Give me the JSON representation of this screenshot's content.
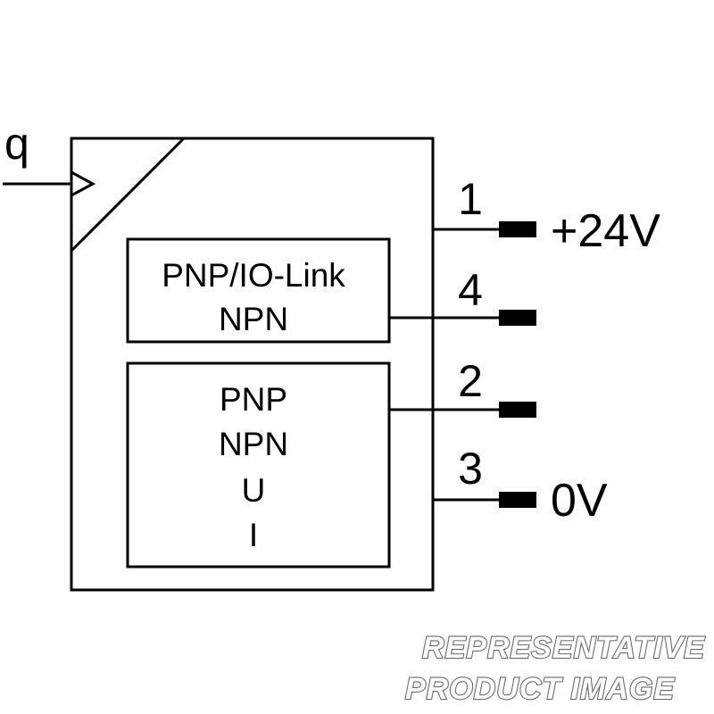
{
  "input": {
    "label": "q"
  },
  "modules": [
    {
      "lines": [
        "PNP/IO-Link",
        "NPN"
      ]
    },
    {
      "lines": [
        "PNP",
        "NPN",
        "U",
        "I"
      ]
    }
  ],
  "pins": [
    {
      "number": "1",
      "voltage": "+24V"
    },
    {
      "number": "4",
      "voltage": ""
    },
    {
      "number": "2",
      "voltage": ""
    },
    {
      "number": "3",
      "voltage": "0V"
    }
  ],
  "watermark": {
    "line1": "REPRESENTATIVE",
    "line2": "PRODUCT IMAGE"
  }
}
